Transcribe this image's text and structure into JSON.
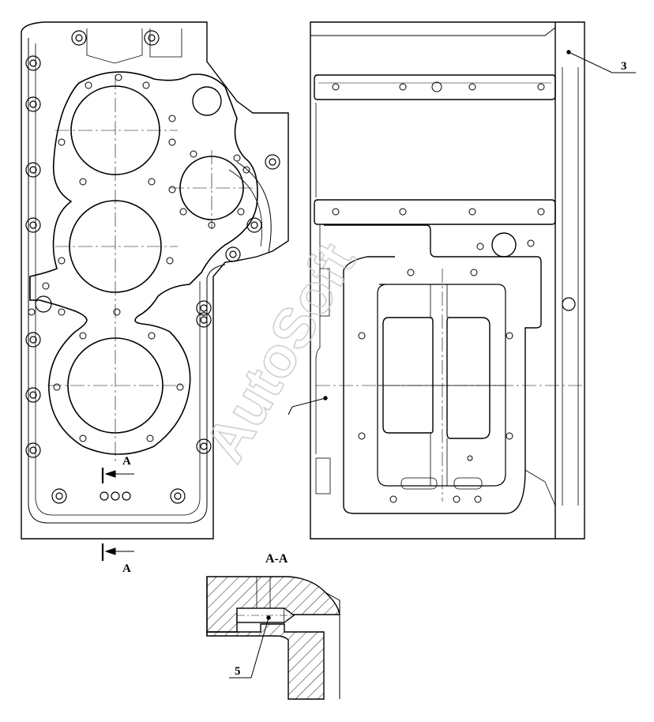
{
  "drawing": {
    "callouts": {
      "part_3": "3",
      "part_5": "5",
      "section_mark_top": "A",
      "section_mark_bottom": "A",
      "section_title": "A-A"
    },
    "watermark": "AutoSoft",
    "colors": {
      "line": "#000000",
      "background": "#ffffff",
      "watermark": "#c8c8c8"
    }
  }
}
